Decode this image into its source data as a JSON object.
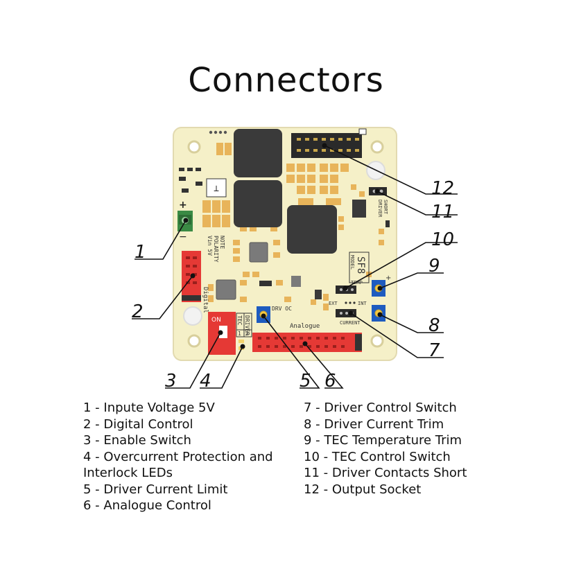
{
  "title": "Connectors",
  "silkscreen": {
    "note_lines": [
      "NOTE",
      "POLARITY",
      "Vin 5V"
    ],
    "digital": "Digital",
    "on": "ON",
    "tec": "TEC",
    "driver": "DRIVER",
    "sw1": "1",
    "sw2": "2",
    "drv_oc": "DRV OC",
    "analogue": "Analogue",
    "model": "MODEL",
    "model_name": "SF8",
    "temp": "TEMP",
    "ext": "EXT",
    "int": "INT",
    "current": "CURRENT",
    "driver_short_1": "DRIVER",
    "driver_short_2": "SHORT",
    "plus": "+",
    "minus": "−",
    "pin1": "1",
    "tvs": "⊥"
  },
  "callouts": [
    "1",
    "2",
    "3",
    "4",
    "5",
    "6",
    "7",
    "8",
    "9",
    "10",
    "11",
    "12"
  ],
  "legend_left": [
    {
      "num": "1",
      "text": " - Inpute Voltage 5V"
    },
    {
      "num": "2",
      "text": " - Digital Control"
    },
    {
      "num": "3",
      "text": " - Enable Switch"
    },
    {
      "num": "4",
      "text": " - Overcurrent Protection and"
    },
    {
      "num": "",
      "text": "Interlock LEDs"
    },
    {
      "num": "5",
      "text": " - Driver Current Limit"
    },
    {
      "num": "6",
      "text": " - Analogue Control"
    }
  ],
  "legend_right": [
    {
      "num": "7",
      "text": " - Driver Control Switch"
    },
    {
      "num": "8",
      "text": " - Driver Current Trim"
    },
    {
      "num": "9",
      "text": " - TEC Temperature Trim"
    },
    {
      "num": "10",
      "text": " - TEC Control Switch"
    },
    {
      "num": "11",
      "text": " - Driver Contacts Short"
    },
    {
      "num": "12",
      "text": " - Output Socket"
    }
  ],
  "colors": {
    "board": "#f5f0c8",
    "board_edge": "#e4ddb0",
    "pad": "#e8b45a",
    "chip": "#3a3a3a",
    "red": "#e53935",
    "blue": "#1e5bbf",
    "green": "#3a8a44"
  }
}
